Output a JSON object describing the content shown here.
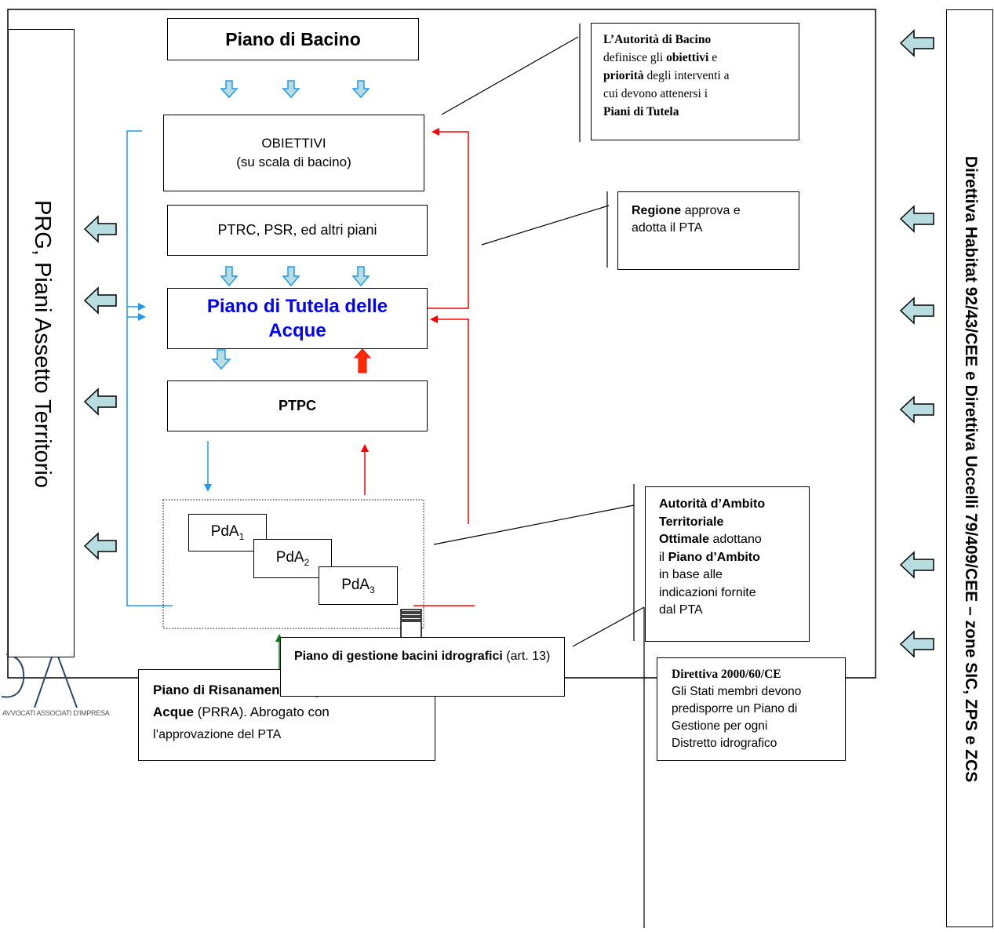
{
  "colors": {
    "blue_line": "#1f9af0",
    "red_line": "#ff0000",
    "green_line": "#008000",
    "arrow_fill": "#b8dde0",
    "arrow_stroke": "#1f9af0",
    "title_blue": "#0000ff"
  },
  "left_column": {
    "title": "PRG, Piani Assetto Territorio"
  },
  "right_column": {
    "title": "Direttiva Habitat 92/43/CEE e Direttiva Uccelli 79/409/CEE – zone SIC, ZPS e ZCS"
  },
  "boxes": {
    "piano_bacino": "Piano di Bacino",
    "obiettivi_title": "OBIETTIVI",
    "obiettivi_sub": "(su scala di bacino)",
    "ptrc": "PTRC, PSR, ed altri piani",
    "pta": "Piano di Tutela delle Acque",
    "ptpc": "PTPC",
    "pda1": {
      "base": "PdA",
      "sub": "1"
    },
    "pda2": {
      "base": "PdA",
      "sub": "2"
    },
    "pda3": {
      "base": "PdA",
      "sub": "3"
    },
    "prra": {
      "bold": "Piano di Risanamento Regionale delle Acque",
      "rest1": " (PRRA). Abrogato con",
      "rest2": "l’approvazione del PTA"
    },
    "gestione": {
      "bold": "Piano di gestione bacini idrografici",
      "rest": " (art. 13)"
    }
  },
  "notes": {
    "autorita_bacino": {
      "b1": "L’Autorità di Bacino",
      "t1": "definisce gli ",
      "b2": "obiettivi",
      "t2": " e",
      "b3": "priorità",
      "t3": " degli interventi a",
      "t4": "cui devono attenersi i",
      "b4": "Piani di  Tutela"
    },
    "regione": {
      "b1": "Regione",
      "t1": " approva e",
      "t2": "adotta il PTA"
    },
    "ato": {
      "b1": "Autorità d’Ambito",
      "b2": "Territoriale",
      "b3": "Ottimale",
      "t1": " adottano",
      "t2": "il ",
      "b4": "Piano d’Ambito",
      "t3": "in base alle",
      "t4": "indicazioni fornite",
      "t5": "dal PTA"
    },
    "direttiva": {
      "b1": "Direttiva 2000/60/CE",
      "t1": "Gli Stati membri devono",
      "t2": "predisporre un Piano di",
      "t3": "Gestione per ogni",
      "t4": "Distretto idrografico"
    }
  },
  "logo": {
    "text": "AVVOCATI ASSOCIATI D'IMPRESA"
  }
}
